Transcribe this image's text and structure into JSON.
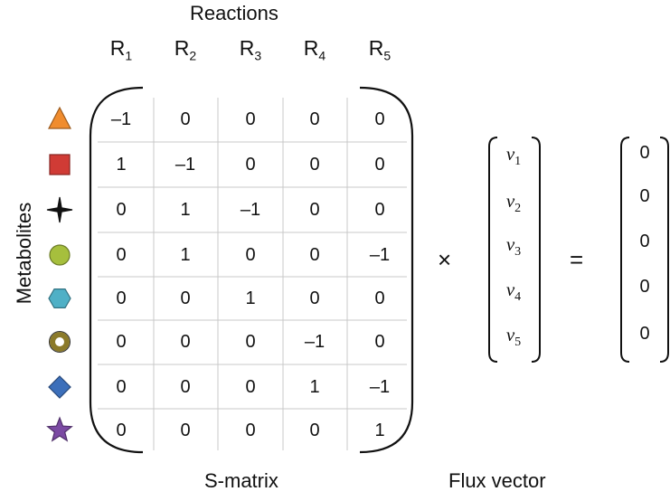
{
  "title": "Reactions",
  "row_axis_label": "Metabolites",
  "reactions": [
    {
      "base": "R",
      "sub": "1"
    },
    {
      "base": "R",
      "sub": "2"
    },
    {
      "base": "R",
      "sub": "3"
    },
    {
      "base": "R",
      "sub": "4"
    },
    {
      "base": "R",
      "sub": "5"
    }
  ],
  "metabolites": [
    {
      "shape": "triangle-icon",
      "color": "#f08c2e"
    },
    {
      "shape": "square-icon",
      "color": "#d03b35"
    },
    {
      "shape": "four-point-star-icon",
      "color": "#111111"
    },
    {
      "shape": "circle-icon",
      "color": "#a6bf3d"
    },
    {
      "shape": "hexagon-icon",
      "color": "#4fb0c6"
    },
    {
      "shape": "ring-icon",
      "color": "#8b7a2a"
    },
    {
      "shape": "diamond-icon",
      "color": "#3c6fba"
    },
    {
      "shape": "star-icon",
      "color": "#7b4aa3"
    }
  ],
  "matrix": [
    [
      "–1",
      "0",
      "0",
      "0",
      "0"
    ],
    [
      "1",
      "–1",
      "0",
      "0",
      "0"
    ],
    [
      "0",
      "1",
      "–1",
      "0",
      "0"
    ],
    [
      "0",
      "1",
      "0",
      "0",
      "–1"
    ],
    [
      "0",
      "0",
      "1",
      "0",
      "0"
    ],
    [
      "0",
      "0",
      "0",
      "–1",
      "0"
    ],
    [
      "0",
      "0",
      "0",
      "1",
      "–1"
    ],
    [
      "0",
      "0",
      "0",
      "0",
      "1"
    ]
  ],
  "flux_vector": [
    {
      "base": "v",
      "sub": "1"
    },
    {
      "base": "v",
      "sub": "2"
    },
    {
      "base": "v",
      "sub": "3"
    },
    {
      "base": "v",
      "sub": "4"
    },
    {
      "base": "v",
      "sub": "5"
    }
  ],
  "zero_vector": [
    "0",
    "0",
    "0",
    "0",
    "0"
  ],
  "times_symbol": "×",
  "equals_symbol": "=",
  "captions": {
    "matrix": "S-matrix",
    "vector": "Flux vector"
  }
}
